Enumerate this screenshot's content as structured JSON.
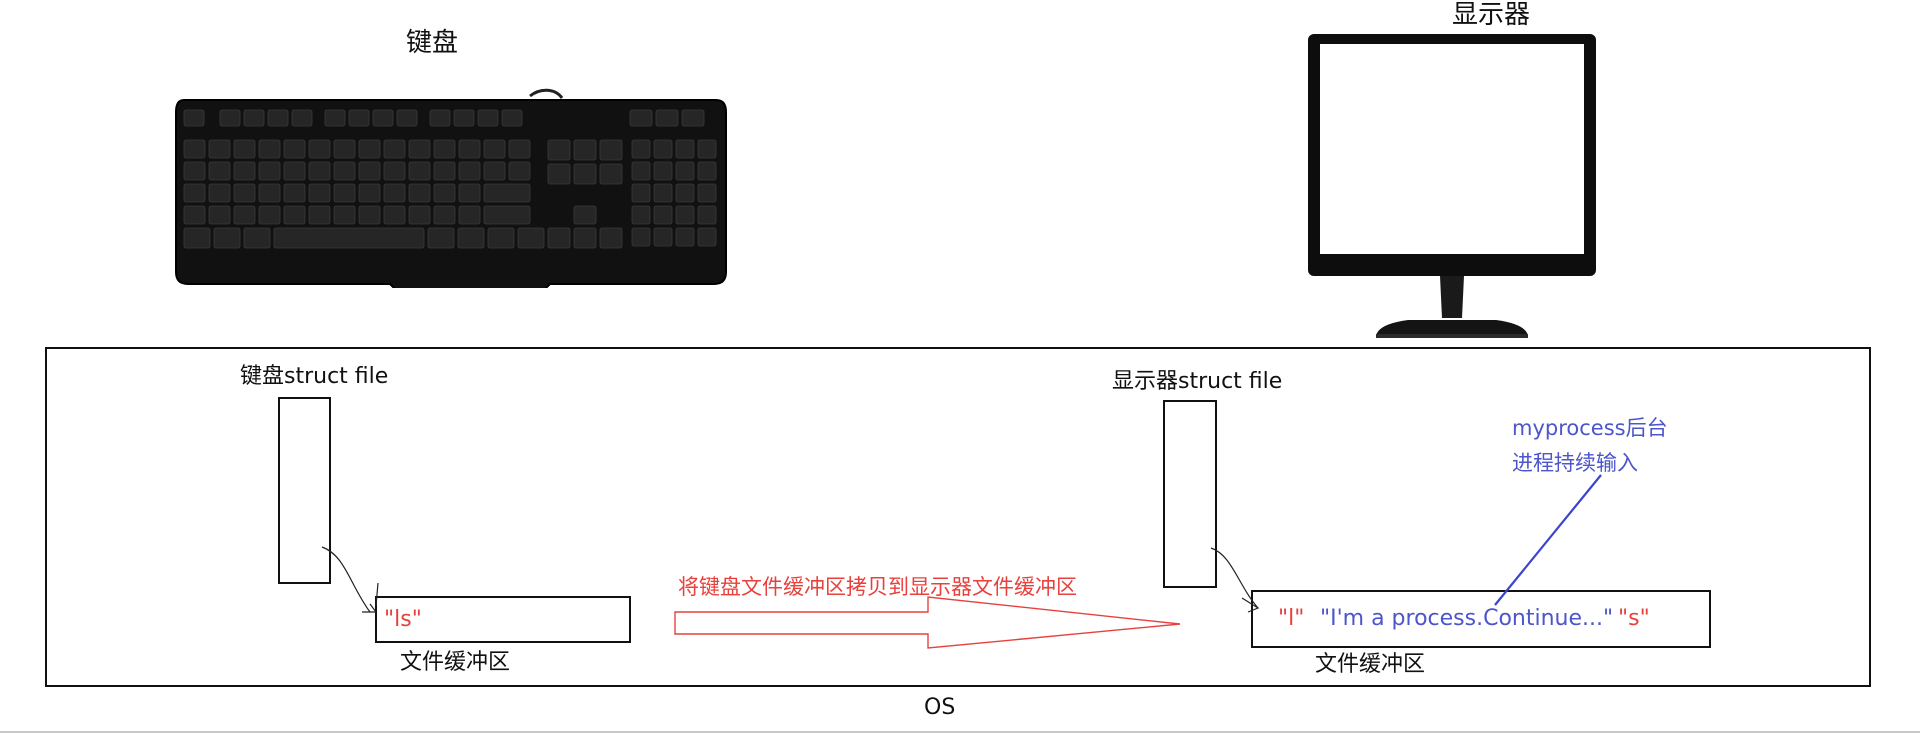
{
  "devices": {
    "keyboard_label": "键盘",
    "monitor_label": "显示器"
  },
  "os": {
    "label": "OS"
  },
  "keyboard_side": {
    "struct_file_label": "键盘struct file",
    "buffer_label": "文件缓冲区",
    "buffer_content": "\"ls\""
  },
  "monitor_side": {
    "struct_file_label": "显示器struct file",
    "buffer_label": "文件缓冲区",
    "buffer_items": {
      "first": "\"l\"",
      "middle": "\"I'm a process.Continue...\"",
      "last": "\"s\""
    }
  },
  "copy_annotation": "将键盘文件缓冲区拷贝到显示器文件缓冲区",
  "process_note": {
    "line1": "myprocess后台",
    "line2": "进程持续输入"
  },
  "colors": {
    "red": "#e8413d",
    "blue": "#4d55cc",
    "black": "#111111"
  },
  "icons": [
    "keyboard-icon",
    "monitor-icon"
  ]
}
